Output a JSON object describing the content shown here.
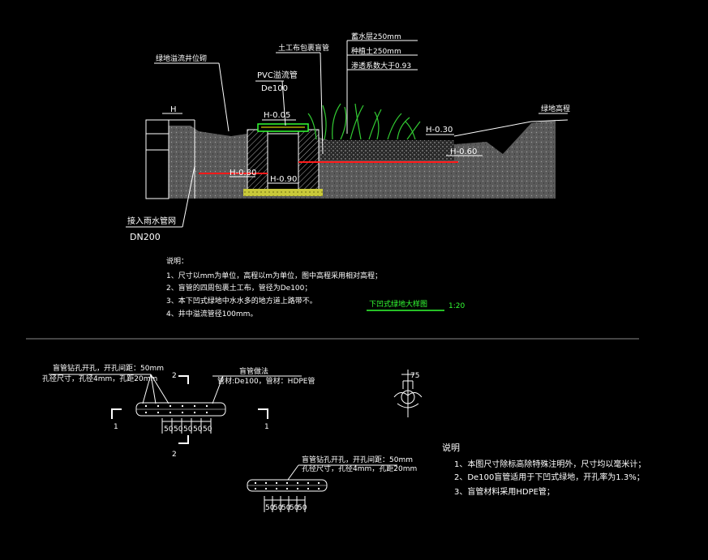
{
  "colors": {
    "background": "#000000",
    "line": "#ffffff",
    "pipe_red": "#ff1a1a",
    "grass_green": "#33cc33",
    "gravel_yellow": "#e8e84a",
    "title_green": "#33ff33",
    "soil_gray": "#5a5a5a"
  },
  "section": {
    "labels": {
      "bioretention": "蓄水层250mm",
      "planting_soil": "种植土250mm",
      "permeability": "渗透系数大于0.93",
      "geotextile": "土工布包裹盲管",
      "pvc_overflow": "PVC溢流管",
      "pvc_size": "De100",
      "curb_note": "绿地溢流井位砌",
      "green_slope": "绿地高程",
      "h_mark": "H",
      "h_005": "H-0.05",
      "h_030": "H-0.30",
      "h_060": "H-0.60",
      "h_080": "H-0.80",
      "h_090": "H-0.90",
      "storm_pipe": "接入雨水管网",
      "storm_size": "DN200"
    },
    "notes": {
      "heading": "说明：",
      "items": [
        "1、尺寸以mm为单位，高程以m为单位，图中高程采用相对高程；",
        "2、盲管的四周包裹土工布，管径为De100；",
        "3、本下凹式绿地中水水多的地方道上路带不。",
        "4、井中溢流管径100mm。"
      ]
    },
    "title": "下凹式绿地大样图",
    "scale": "1:20"
  },
  "pipe_detail": {
    "note_top": "盲管钻孔开孔，开孔间距：50mm",
    "note_size": "孔径尺寸，孔径4mm，孔距20mm",
    "material_label": "盲管做法",
    "material": "管材:De100，管材：HDPE管",
    "cut_marks": [
      "2",
      "2",
      "1",
      "1"
    ],
    "dims": [
      "50",
      "50",
      "50",
      "50",
      "50"
    ]
  },
  "pipe_detail_2": {
    "note_top": "盲管钻孔开孔，开孔间距：50mm",
    "note_size": "孔径尺寸，孔径4mm，孔距20mm",
    "dims": [
      "50",
      "50",
      "50",
      "50",
      "50"
    ]
  },
  "hole_detail": {
    "dim": "75"
  },
  "notes2": {
    "heading": "说明",
    "items": [
      "1、本图尺寸除标高除特殊注明外，尺寸均以毫米计；",
      "2、De100盲管适用于下凹式绿地，开孔率为1.3%；",
      "3、盲管材料采用HDPE管；"
    ]
  }
}
